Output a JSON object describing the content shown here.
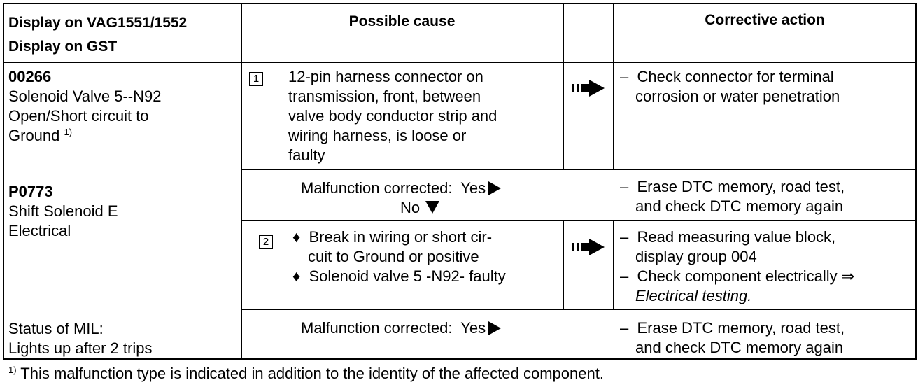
{
  "header": {
    "col1_line1": "Display on VAG1551/1552",
    "col1_line2": "Display on GST",
    "col2": "Possible cause",
    "col4": "Corrective action"
  },
  "left": {
    "code1": "00266",
    "desc1_l1": "Solenoid Valve 5--N92",
    "desc1_l2": "Open/Short circuit to",
    "desc1_l3": "Ground",
    "desc1_sup": "1)",
    "code2": "P0773",
    "desc2_l1": "Shift Solenoid E",
    "desc2_l2": "Electrical",
    "status_l1": "Status of MIL:",
    "status_l2": "Lights up after 2 trips"
  },
  "step1": {
    "num": "1",
    "cause_l1": "12-pin harness connector on",
    "cause_l2": "transmission, front, between",
    "cause_l3": "valve body conductor strip and",
    "cause_l4": "wiring harness, is loose or",
    "cause_l5": "faulty",
    "action_l1": "–  Check connector for terminal",
    "action_l2": "corrosion or water penetration"
  },
  "check1": {
    "question": "Malfunction corrected:  Yes",
    "no": "No",
    "action_l1": "–  Erase DTC memory, road test,",
    "action_l2": "and check DTC memory again"
  },
  "step2": {
    "num": "2",
    "cause_l1": "♦  Break in wiring or short cir-",
    "cause_l2": "cuit to Ground or positive",
    "cause_l3": "♦  Solenoid valve 5 -N92- faulty",
    "action_l1": "–  Read measuring value block,",
    "action_l2": "display group 004",
    "action_l3": "–  Check component electrically ⇒",
    "action_l4": "Electrical testing."
  },
  "check2": {
    "question": "Malfunction corrected:  Yes",
    "action_l1": "–  Erase DTC memory, road test,",
    "action_l2": "and check DTC memory again"
  },
  "footnote": {
    "sup": "1)",
    "text": " This malfunction type is indicated in addition to the identity of the affected component."
  }
}
